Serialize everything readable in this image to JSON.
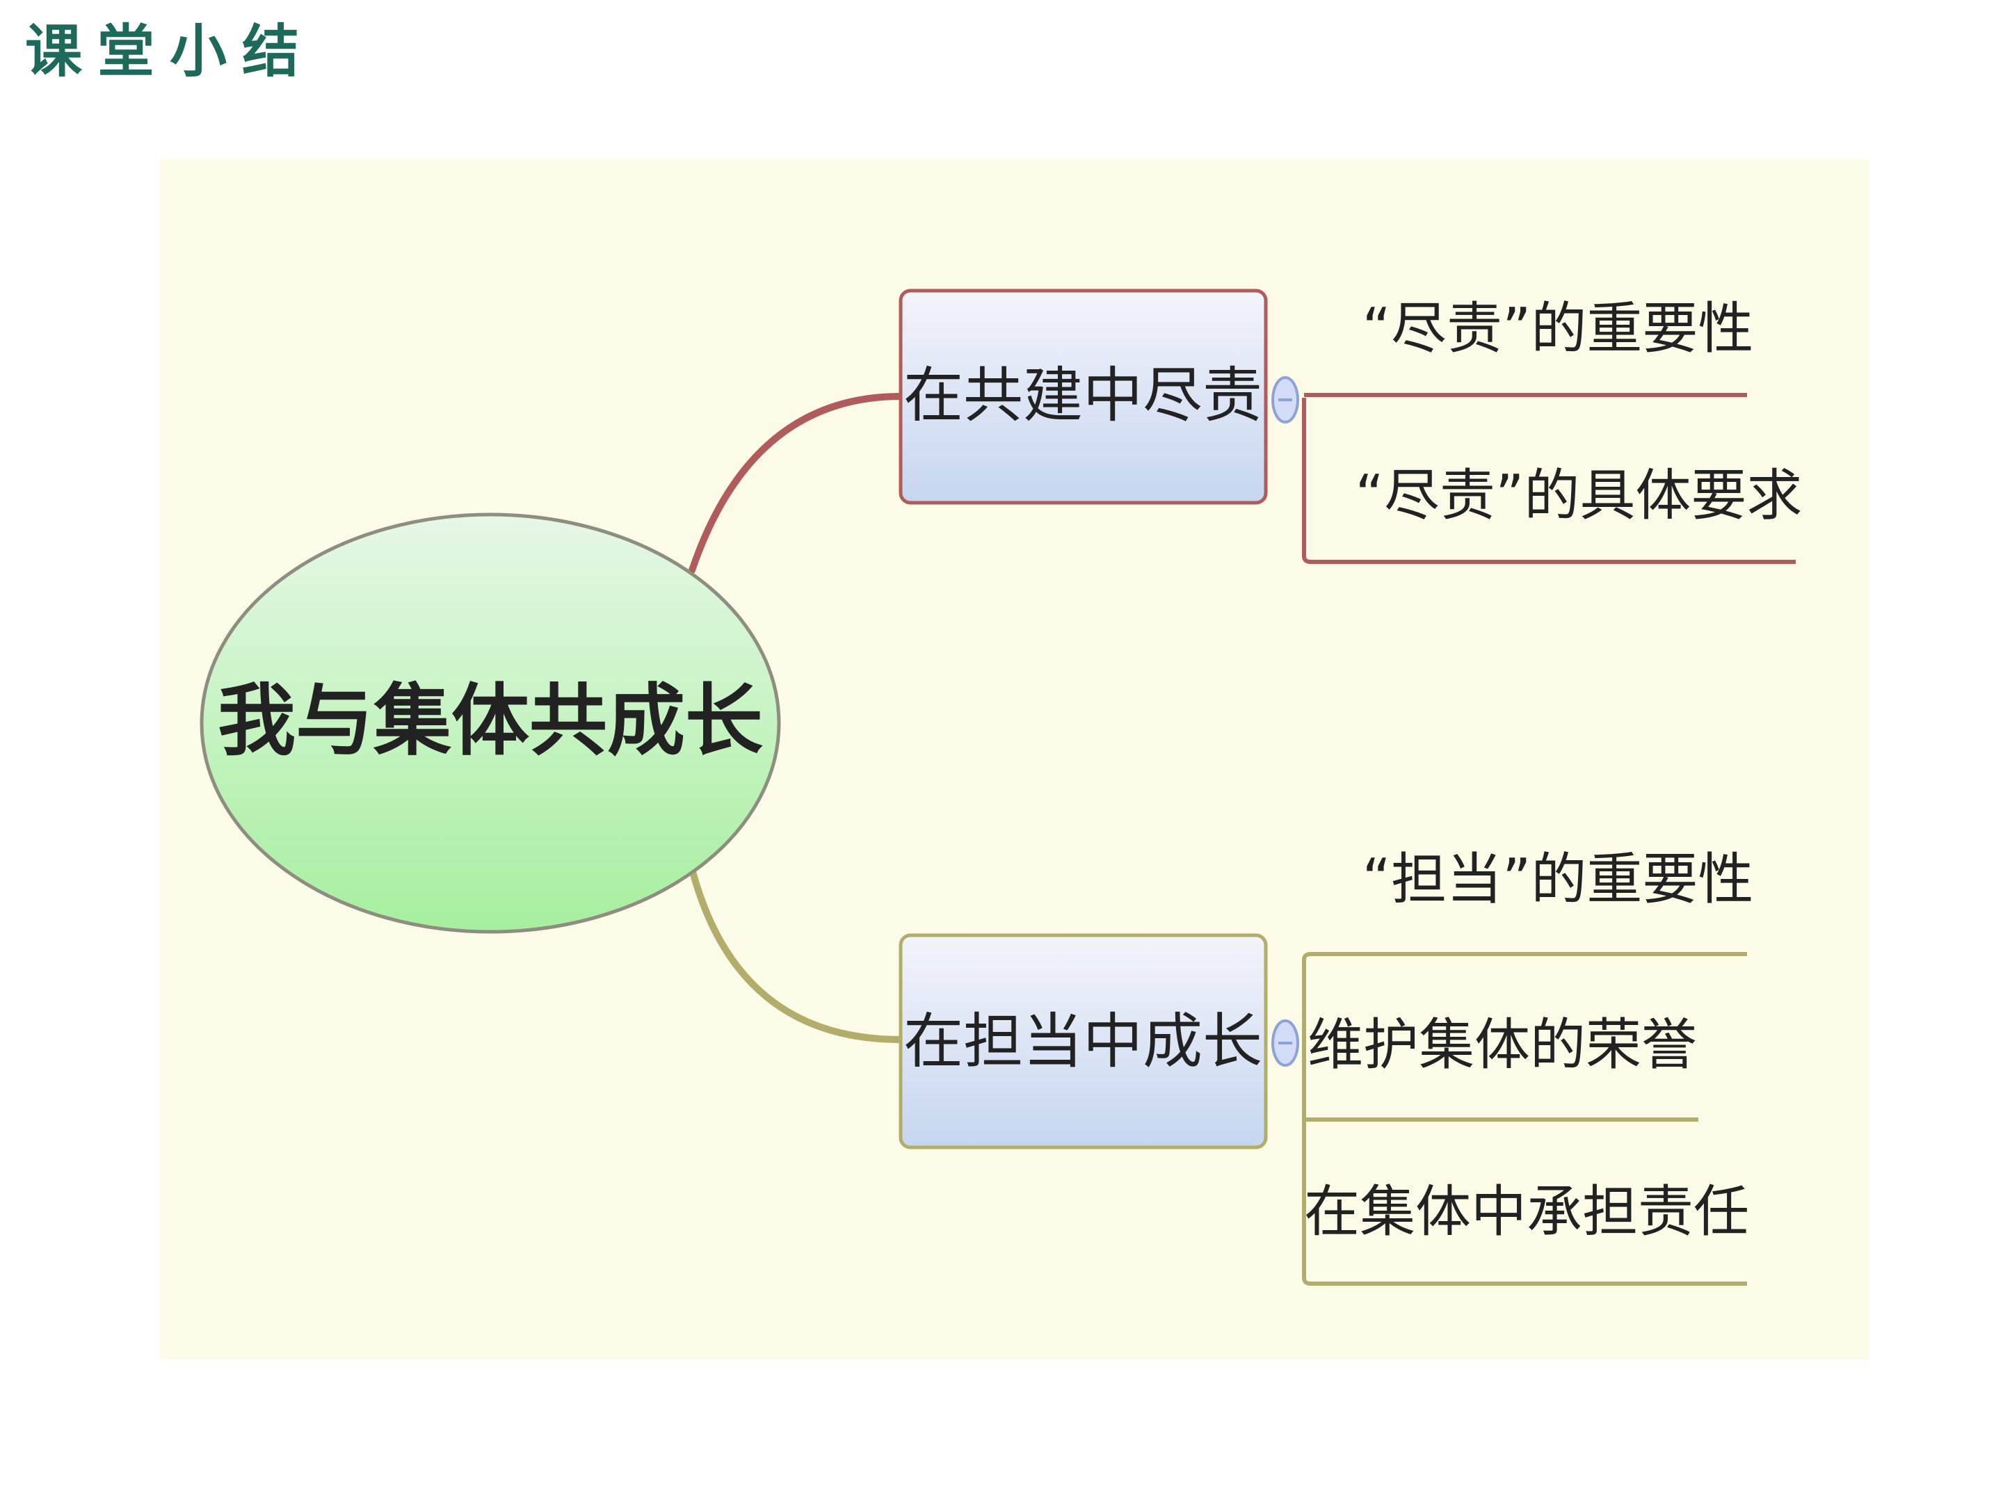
{
  "header": {
    "title": "课堂小结"
  },
  "colors": {
    "title": "#1e6a5a",
    "panel_bg": "#fcfbe8",
    "center_fill_top": "#e6f7e6",
    "center_fill_bottom": "#a6ef9e",
    "center_stroke": "#8e8e80",
    "branch_top": "#b05c5c",
    "branch_bottom": "#b2ad6a",
    "box_fill_top": "#f3f4fb",
    "box_fill_bottom": "#c6d6ef",
    "text": "#222222",
    "collapse_fill": "#d2dcf6",
    "collapse_stroke": "#8ea2d8"
  },
  "mindmap": {
    "center": {
      "label": "我与集体共成长"
    },
    "branches": [
      {
        "label": "在共建中尽责",
        "children": [
          {
            "label": "“尽责”的重要性"
          },
          {
            "label": "“尽责”的具体要求"
          }
        ]
      },
      {
        "label": "在担当中成长",
        "children": [
          {
            "label": "“担当”的重要性"
          },
          {
            "label": "维护集体的荣誉"
          },
          {
            "label": "在集体中承担责任"
          }
        ]
      }
    ]
  }
}
